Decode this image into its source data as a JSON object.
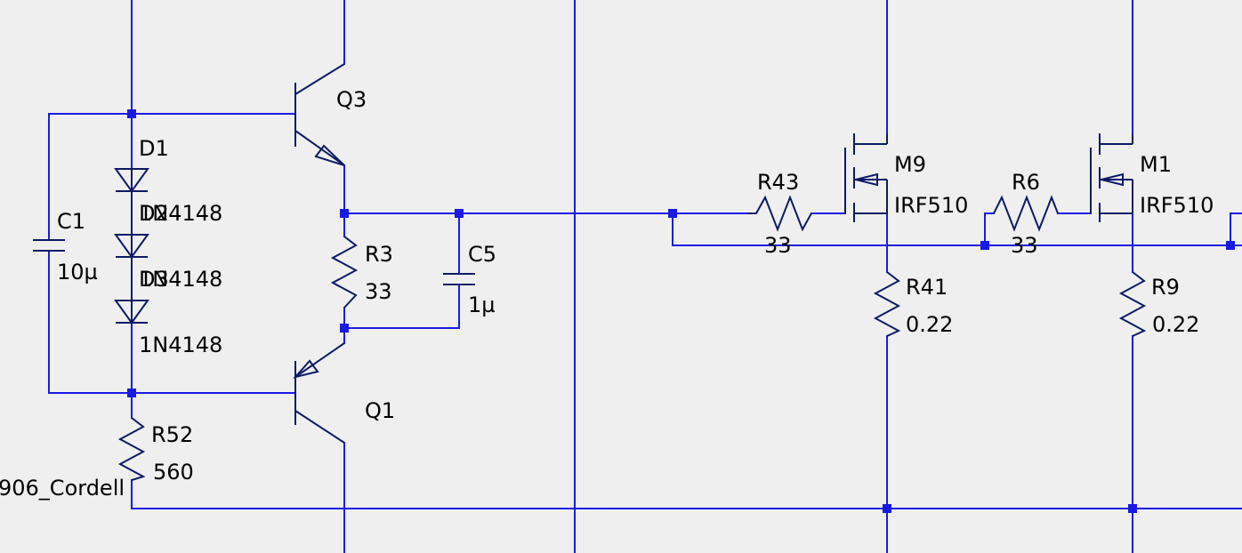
{
  "schematic": {
    "wire_color": "#1a1ae6",
    "component_color": "#0c1a66",
    "background_color": "#efefef",
    "components": {
      "q3": {
        "ref": "Q3"
      },
      "q1": {
        "ref": "Q1"
      },
      "d1": {
        "ref": "D1",
        "value": "1N4148"
      },
      "d2": {
        "ref": "D2",
        "value": "1N4148"
      },
      "d3": {
        "ref": "D3",
        "value": "1N4148"
      },
      "c1": {
        "ref": "C1",
        "value": "10µ"
      },
      "r3": {
        "ref": "R3",
        "value": "33"
      },
      "c5": {
        "ref": "C5",
        "value": "1µ"
      },
      "r52": {
        "ref": "R52",
        "value": "560"
      },
      "r43": {
        "ref": "R43",
        "value": "33"
      },
      "m9": {
        "ref": "M9",
        "value": "IRF510"
      },
      "r41": {
        "ref": "R41",
        "value": "0.22"
      },
      "r6": {
        "ref": "R6",
        "value": "33"
      },
      "m1": {
        "ref": "M1",
        "value": "IRF510"
      },
      "r9": {
        "ref": "R9",
        "value": "0.22"
      }
    },
    "net_label": "906_Cordell"
  }
}
